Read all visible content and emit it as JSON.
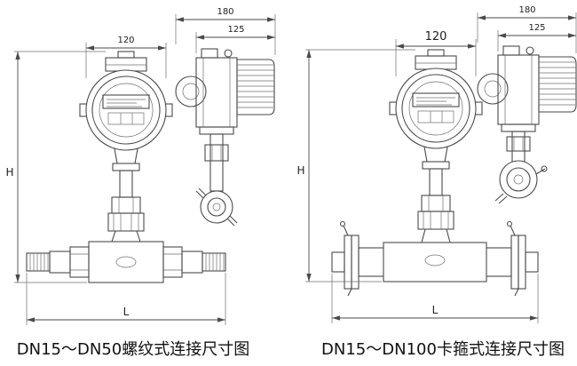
{
  "page": {
    "background": "#ffffff",
    "line_color": "#4a4a4a"
  },
  "left_diagram": {
    "caption": "DN15～DN50螺纹式连接尺寸图",
    "dimensions": {
      "head_width": "120",
      "transmitter_width": "180",
      "transmitter_body_width": "125",
      "height": "H",
      "length": "L"
    }
  },
  "right_diagram": {
    "caption": "DN15～DN100卡箍式连接尺寸图",
    "dimensions": {
      "head_width": "120",
      "transmitter_width": "180",
      "transmitter_body_width": "125",
      "height": "H",
      "length": "L"
    }
  }
}
